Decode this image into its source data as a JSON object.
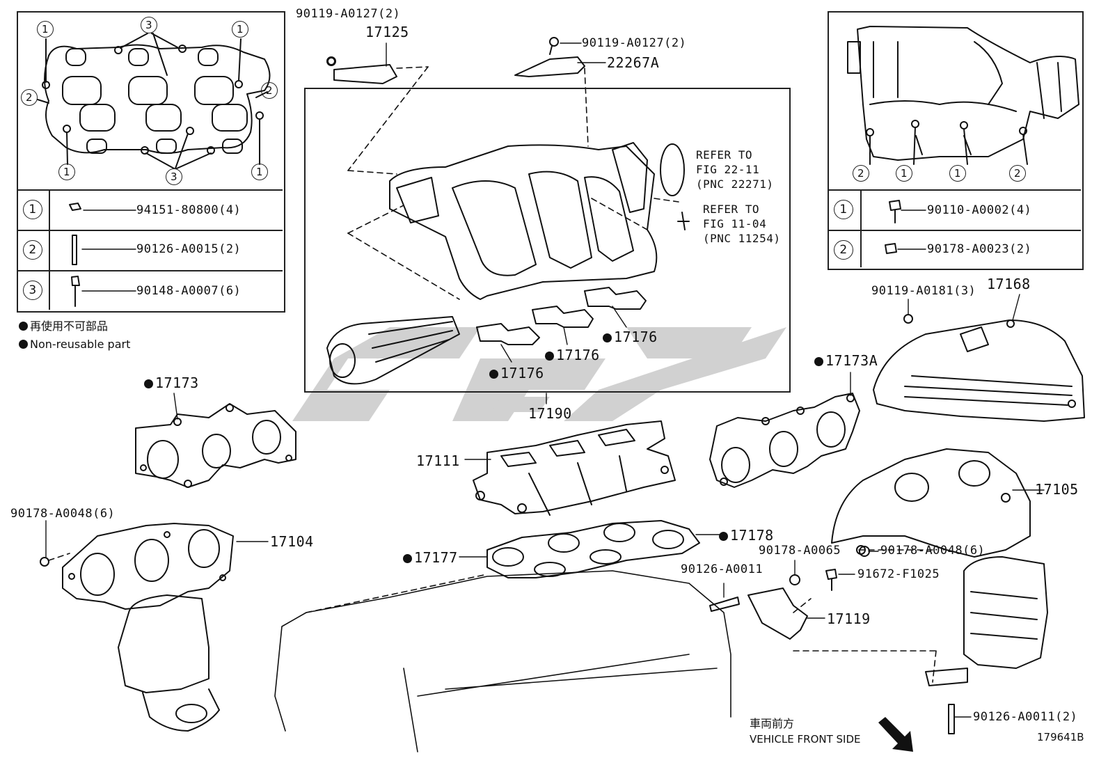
{
  "diagram_id": "179641B",
  "legend_top_left": {
    "rows": [
      {
        "key": "1",
        "part": "94151-80800(4)"
      },
      {
        "key": "2",
        "part": "90126-A0015(2)"
      },
      {
        "key": "3",
        "part": "90148-A0007(6)"
      }
    ],
    "callouts": [
      "1",
      "3",
      "1",
      "2",
      "2",
      "1",
      "3",
      "1"
    ]
  },
  "legend_top_right": {
    "rows": [
      {
        "key": "1",
        "part": "90110-A0002(4)"
      },
      {
        "key": "2",
        "part": "90178-A0023(2)"
      }
    ],
    "callouts": [
      "2",
      "1",
      "1",
      "2"
    ]
  },
  "notes": {
    "non_reusable_jp": "再使用不可部品",
    "non_reusable_en": "Non-reusable part",
    "front_jp": "車両前方",
    "front_en": "VEHICLE FRONT SIDE"
  },
  "refs": {
    "ref1": [
      "REFER TO",
      "FIG 22-11",
      "(PNC 22271)"
    ],
    "ref2": [
      "REFER TO",
      "FIG 11-04",
      "(PNC 11254)"
    ]
  },
  "labels": {
    "p_90119_a0127_a": "90119-A0127(2)",
    "p_17125": "17125",
    "p_90119_a0127_b": "90119-A0127(2)",
    "p_22267a": "22267A",
    "p_17176_a": "17176",
    "p_17176_b": "17176",
    "p_17176_c": "17176",
    "p_17190": "17190",
    "p_17173": "17173",
    "p_17173a": "17173A",
    "p_90119_a0181": "90119-A0181(3)",
    "p_17168": "17168",
    "p_17111": "17111",
    "p_17105": "17105",
    "p_90178_a0048_l": "90178-A0048(6)",
    "p_17104": "17104",
    "p_17178": "17178",
    "p_17177": "17177",
    "p_90178_a0065": "90178-A0065",
    "p_90178_a0048_r": "90178-A0048(6)",
    "p_90126_a0011": "90126-A0011",
    "p_91672_f1025": "91672-F1025",
    "p_17119": "17119",
    "p_90126_a0011_2": "90126-A0011(2)"
  }
}
